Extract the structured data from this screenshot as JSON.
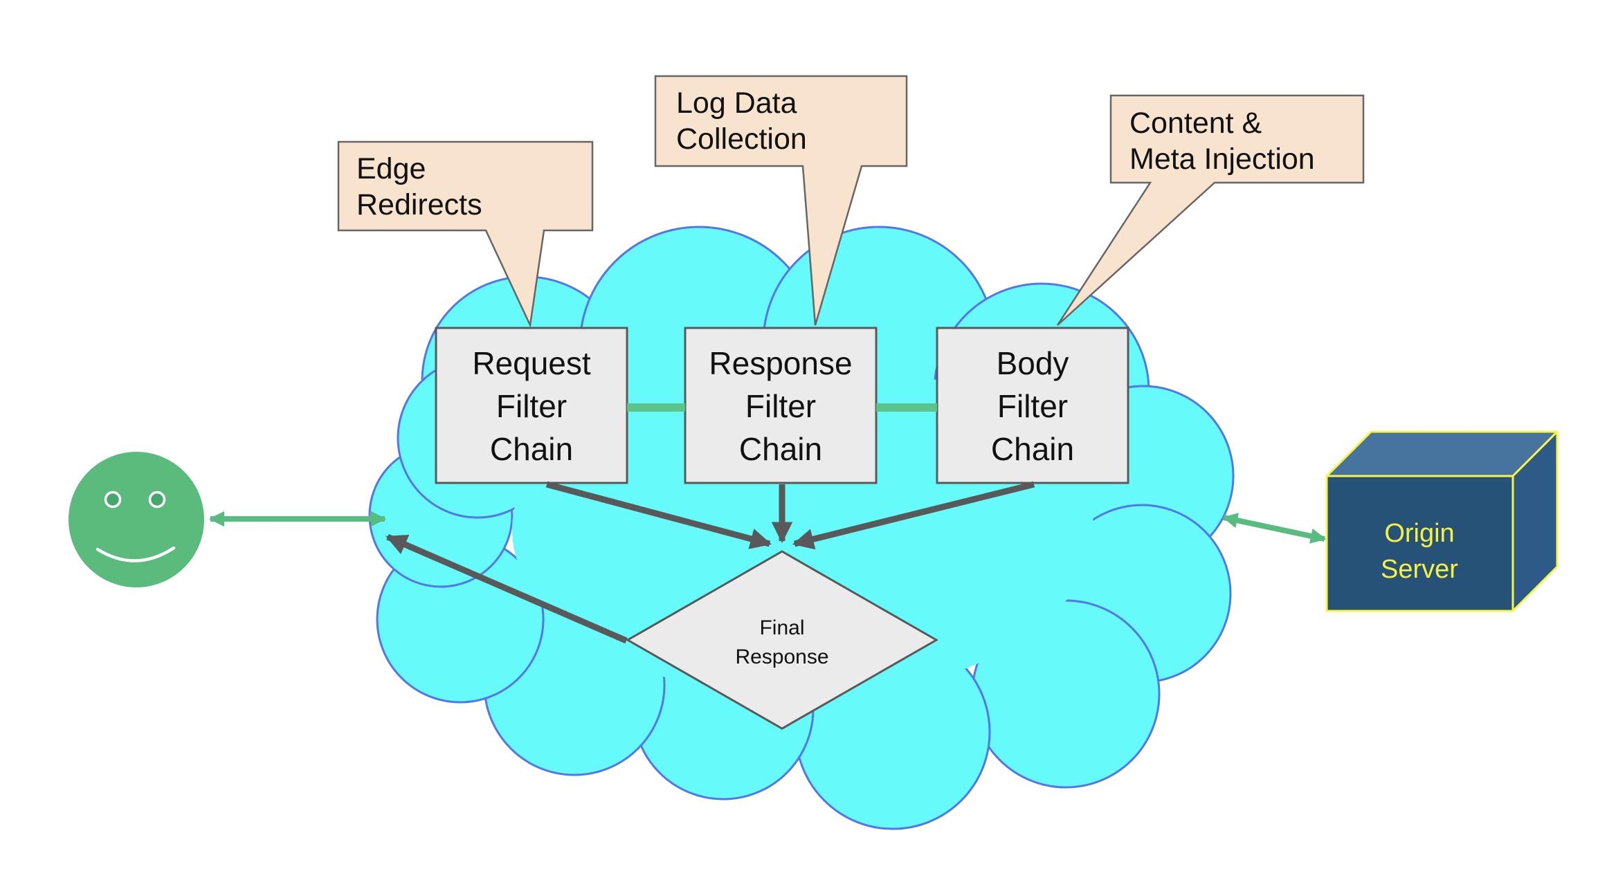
{
  "colors": {
    "background": "#ffffff",
    "cloud_fill": "#67fafa",
    "cloud_stroke": "#5377e8",
    "callout_fill": "#f8e3ce",
    "callout_stroke": "#666666",
    "node_fill": "#ebebeb",
    "node_stroke": "#595959",
    "arrow_dark": "#595959",
    "connector_green": "#5cc489",
    "arrow_green": "#58bb80",
    "smiley_fill": "#5bbb7d",
    "smiley_feature": "#46a76b",
    "cube_front": "#265278",
    "cube_top": "#46749f",
    "cube_side": "#2d5a86",
    "cube_stroke": "#f8f545",
    "cube_text": "#f7f143",
    "text": "#111111"
  },
  "callouts": [
    {
      "id": "edge-redirects",
      "lines": [
        "Edge",
        "Redirects"
      ]
    },
    {
      "id": "log-data-collection",
      "lines": [
        "Log Data",
        "Collection"
      ]
    },
    {
      "id": "content-meta-injection",
      "lines": [
        "Content &",
        "Meta Injection"
      ]
    }
  ],
  "boxes": [
    {
      "id": "request-filter-chain",
      "lines": [
        "Request",
        "Filter",
        "Chain"
      ]
    },
    {
      "id": "response-filter-chain",
      "lines": [
        "Response",
        "Filter",
        "Chain"
      ]
    },
    {
      "id": "body-filter-chain",
      "lines": [
        "Body",
        "Filter",
        "Chain"
      ]
    }
  ],
  "diamond": {
    "lines": [
      "Final",
      "Response"
    ]
  },
  "origin_server": {
    "lines": [
      "Origin",
      "Server"
    ]
  }
}
